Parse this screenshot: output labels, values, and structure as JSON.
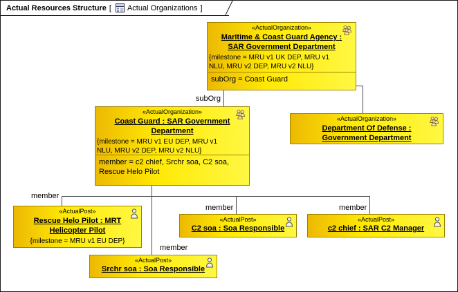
{
  "header": {
    "title": "Actual Resources Structure",
    "bracket_open": "[",
    "bracket_close": "]",
    "context": "Actual Organizations",
    "icon": "table-diagram-icon"
  },
  "colors": {
    "node_fill_dark": "#ecb902",
    "node_fill_bright": "#ffe905",
    "node_border": "#a08200",
    "edge_line": "#4a4a4a"
  },
  "nodes": {
    "maritime": {
      "stereotype": "«ActualOrganization»",
      "name": "Maritime & Coast Guard Agency : SAR Government Department",
      "milestone_lines": [
        "{milestone = MRU v1 UK  DEP, MRU v1",
        "NLU, MRU v2 DEP, MRU v2 NLU}"
      ],
      "suborg": "subOrg = Coast Guard",
      "icon": "organization-icon"
    },
    "coast_guard": {
      "stereotype": "«ActualOrganization»",
      "name": "Coast Guard : SAR Government Department",
      "milestone_lines": [
        "{milestone = MRU v1 EU DEP, MRU v1",
        "NLU, MRU v2 DEP, MRU v2 NLU}"
      ],
      "member": "member = c2 chief, Srchr soa, C2 soa, Rescue Helo Pilot",
      "icon": "organization-icon"
    },
    "dod": {
      "stereotype": "«ActualOrganization»",
      "name": "Department Of Defense : Government Department",
      "icon": "organization-icon"
    },
    "rescue_helo": {
      "stereotype": "«ActualPost»",
      "name": "Rescue Helo Pilot : MRT Helicopter Pilot",
      "milestone": "{milestone = MRU v1 EU DEP}",
      "icon": "person-icon"
    },
    "c2_soa": {
      "stereotype": "«ActualPost»",
      "name": "C2 soa : Soa Responsible",
      "icon": "person-icon"
    },
    "c2_chief": {
      "stereotype": "«ActualPost»",
      "name": "c2 chief : SAR C2 Manager",
      "icon": "person-icon"
    },
    "srchr_soa": {
      "stereotype": "«ActualPost»",
      "name": "Srchr soa : Soa Responsible",
      "icon": "person-icon"
    }
  },
  "edges": {
    "suborg_label": "subOrg",
    "members": [
      {
        "label": "member"
      },
      {
        "label": "member"
      },
      {
        "label": "member"
      },
      {
        "label": "member"
      }
    ]
  }
}
